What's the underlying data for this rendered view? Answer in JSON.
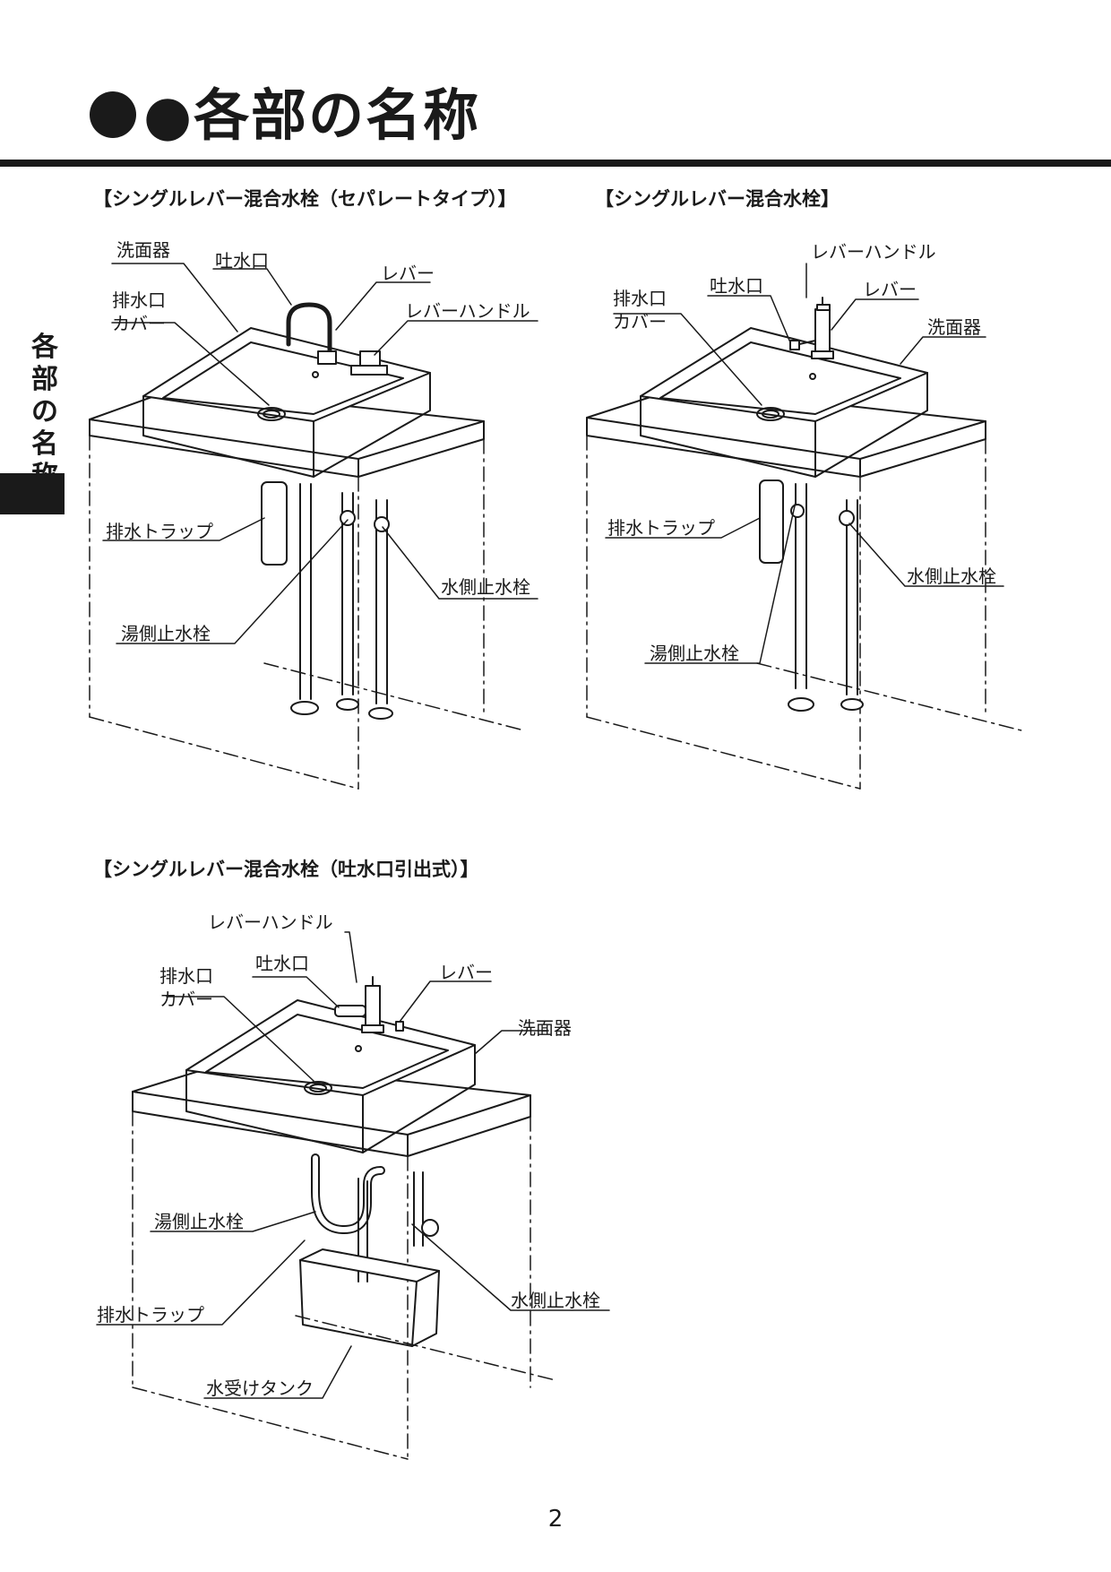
{
  "title": "●各部の名称",
  "side_label": [
    "各",
    "部",
    "の",
    "名",
    "称"
  ],
  "page_number": "2",
  "fig1": {
    "heading": "【シングルレバー混合水栓（セパレートタイプ）】",
    "labels": {
      "basin": "洗面器",
      "spout": "吐水口",
      "lever": "レバー",
      "lever_handle": "レバーハンドル",
      "drain_cover_1": "排水口",
      "drain_cover_2": "カバー",
      "drain_trap": "排水トラップ",
      "cold_valve": "水側止水栓",
      "hot_valve": "湯側止水栓"
    }
  },
  "fig2": {
    "heading": "【シングルレバー混合水栓】",
    "labels": {
      "lever_handle": "レバーハンドル",
      "spout": "吐水口",
      "lever": "レバー",
      "basin": "洗面器",
      "drain_cover_1": "排水口",
      "drain_cover_2": "カバー",
      "drain_trap": "排水トラップ",
      "cold_valve": "水側止水栓",
      "hot_valve": "湯側止水栓"
    }
  },
  "fig3": {
    "heading": "【シングルレバー混合水栓（吐水口引出式）】",
    "labels": {
      "lever_handle": "レバーハンドル",
      "spout": "吐水口",
      "lever": "レバー",
      "drain_cover_1": "排水口",
      "drain_cover_2": "カバー",
      "basin": "洗面器",
      "hot_valve": "湯側止水栓",
      "drain_trap": "排水トラップ",
      "cold_valve": "水側止水栓",
      "tank": "水受けタンク"
    }
  }
}
